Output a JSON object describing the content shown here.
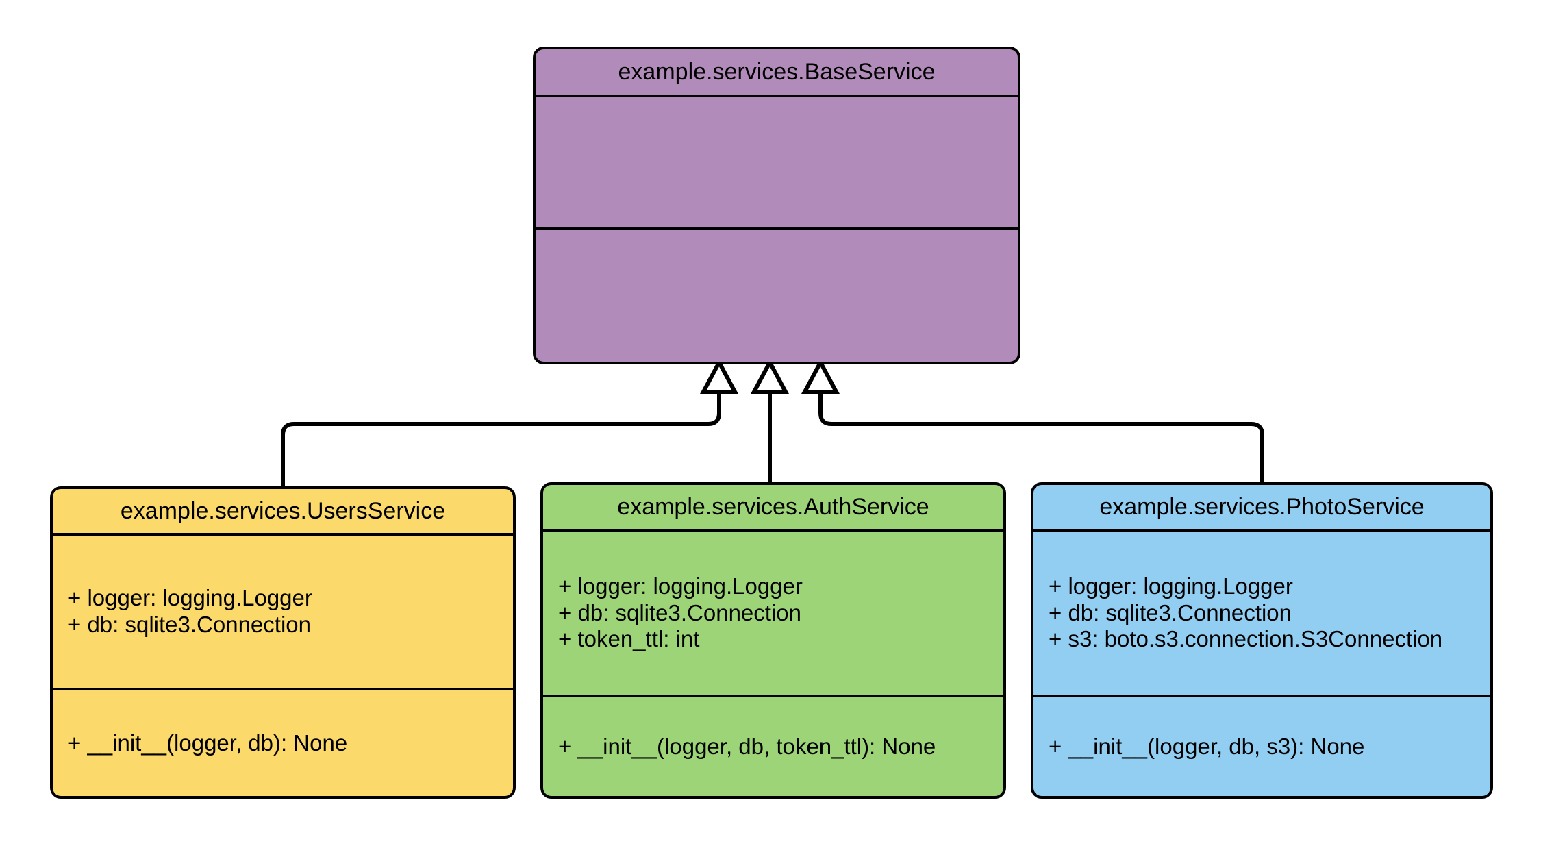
{
  "diagram": {
    "title": "Python class hierarchy (pyreverse UML class diagram)",
    "background_color": "#ffffff",
    "edge_color": "#000000",
    "relation_type": "inheritance"
  },
  "classes": [
    {
      "id": "base",
      "name": "example.services.BaseService",
      "color": "#B18CBA",
      "attributes": [],
      "methods": []
    },
    {
      "id": "users",
      "name": "example.services.UsersService",
      "color": "#FCD96B",
      "attributes": [
        "+ logger: logging.Logger",
        "+ db: sqlite3.Connection"
      ],
      "methods": [
        "+ __init__(logger, db): None"
      ]
    },
    {
      "id": "auth",
      "name": "example.services.AuthService",
      "color": "#9DD477",
      "attributes": [
        "+ logger: logging.Logger",
        "+ db: sqlite3.Connection",
        "+ token_ttl: int"
      ],
      "methods": [
        "+ __init__(logger, db, token_ttl): None"
      ]
    },
    {
      "id": "photo",
      "name": "example.services.PhotoService",
      "color": "#92CDF2",
      "attributes": [
        "+ logger: logging.Logger",
        "+ db: sqlite3.Connection",
        "+ s3: boto.s3.connection.S3Connection"
      ],
      "methods": [
        "+ __init__(logger, db, s3): None"
      ]
    }
  ],
  "relations": [
    {
      "from": "users",
      "to": "base",
      "kind": "generalization",
      "arrowhead": "hollow-triangle"
    },
    {
      "from": "auth",
      "to": "base",
      "kind": "generalization",
      "arrowhead": "hollow-triangle"
    },
    {
      "from": "photo",
      "to": "base",
      "kind": "generalization",
      "arrowhead": "hollow-triangle"
    }
  ]
}
